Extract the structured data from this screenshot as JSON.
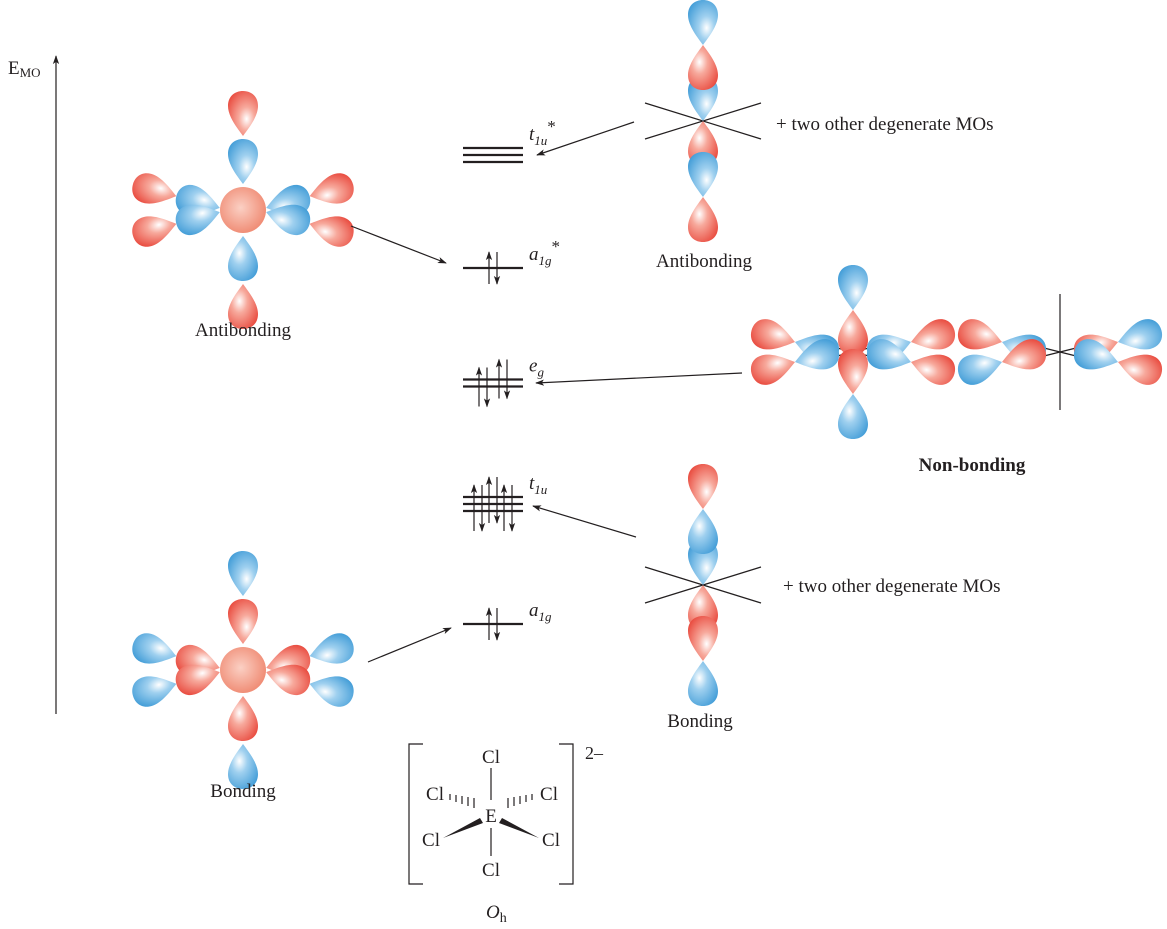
{
  "axis": {
    "label_main": "E",
    "label_sub": "MO"
  },
  "colors": {
    "red_lobe": "#e8463a",
    "blue_lobe": "#3d9ad6",
    "central_sphere": "#f2907a",
    "antibonding_label": "#e0158a",
    "bonding_label": "#2aa6e0",
    "text": "#231f20"
  },
  "levels": [
    {
      "id": "t1u_star",
      "label_main": "t",
      "label_sub": "1u",
      "label_sup": "*",
      "degeneracy": 3,
      "electrons": 0
    },
    {
      "id": "a1g_star",
      "label_main": "a",
      "label_sub": "1g",
      "label_sup": "*",
      "degeneracy": 1,
      "electrons": 2
    },
    {
      "id": "eg",
      "label_main": "e",
      "label_sub": "g",
      "label_sup": "",
      "degeneracy": 2,
      "electrons": 4
    },
    {
      "id": "t1u",
      "label_main": "t",
      "label_sub": "1u",
      "label_sup": "",
      "degeneracy": 3,
      "electrons": 6
    },
    {
      "id": "a1g",
      "label_main": "a",
      "label_sub": "1g",
      "label_sup": "",
      "degeneracy": 1,
      "electrons": 2
    }
  ],
  "labels": {
    "left_antibonding": "Antibonding",
    "left_bonding": "Bonding",
    "right_antibonding": "Antibonding",
    "right_bonding": "Bonding",
    "nonbonding": "Non-bonding",
    "degenerate_top": "+ two other degenerate MOs",
    "degenerate_bottom": "+ two other degenerate MOs"
  },
  "structure": {
    "center_atom": "E",
    "ligand": "Cl",
    "charge": "2–",
    "point_group_main": "O",
    "point_group_sub": "h"
  }
}
